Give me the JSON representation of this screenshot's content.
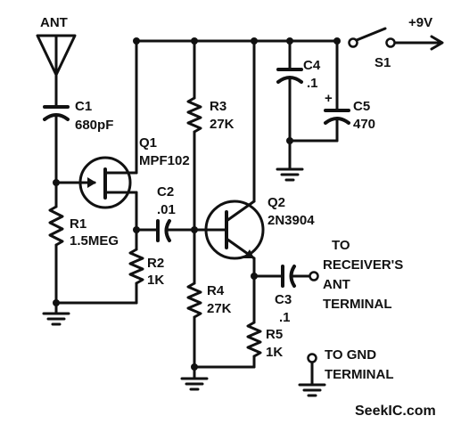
{
  "antenna": {
    "label": "ANT"
  },
  "supply": {
    "voltage": "+9V",
    "switch": "S1"
  },
  "components": {
    "c1": {
      "ref": "C1",
      "value": "680pF"
    },
    "q1": {
      "ref": "Q1",
      "part": "MPF102"
    },
    "r1": {
      "ref": "R1",
      "value": "1.5MEG"
    },
    "r2": {
      "ref": "R2",
      "value": "1K"
    },
    "c2": {
      "ref": "C2",
      "value": ".01"
    },
    "r3": {
      "ref": "R3",
      "value": "27K"
    },
    "q2": {
      "ref": "Q2",
      "part": "2N3904"
    },
    "r4": {
      "ref": "R4",
      "value": "27K"
    },
    "r5": {
      "ref": "R5",
      "value": "1K"
    },
    "c3": {
      "ref": "C3",
      "value": ".1"
    },
    "c4": {
      "ref": "C4",
      "value": ".1"
    },
    "c5": {
      "ref": "C5",
      "value": "470",
      "polarity": "+"
    }
  },
  "terminals": {
    "receiver": {
      "lines": [
        "TO",
        "RECEIVER'S",
        "ANT",
        "TERMINAL"
      ]
    },
    "gnd": {
      "lines": [
        "TO GND",
        "TERMINAL"
      ]
    }
  },
  "watermark": "SeekIC.com",
  "colors": {
    "ink": "#111111",
    "background": "#ffffff"
  }
}
